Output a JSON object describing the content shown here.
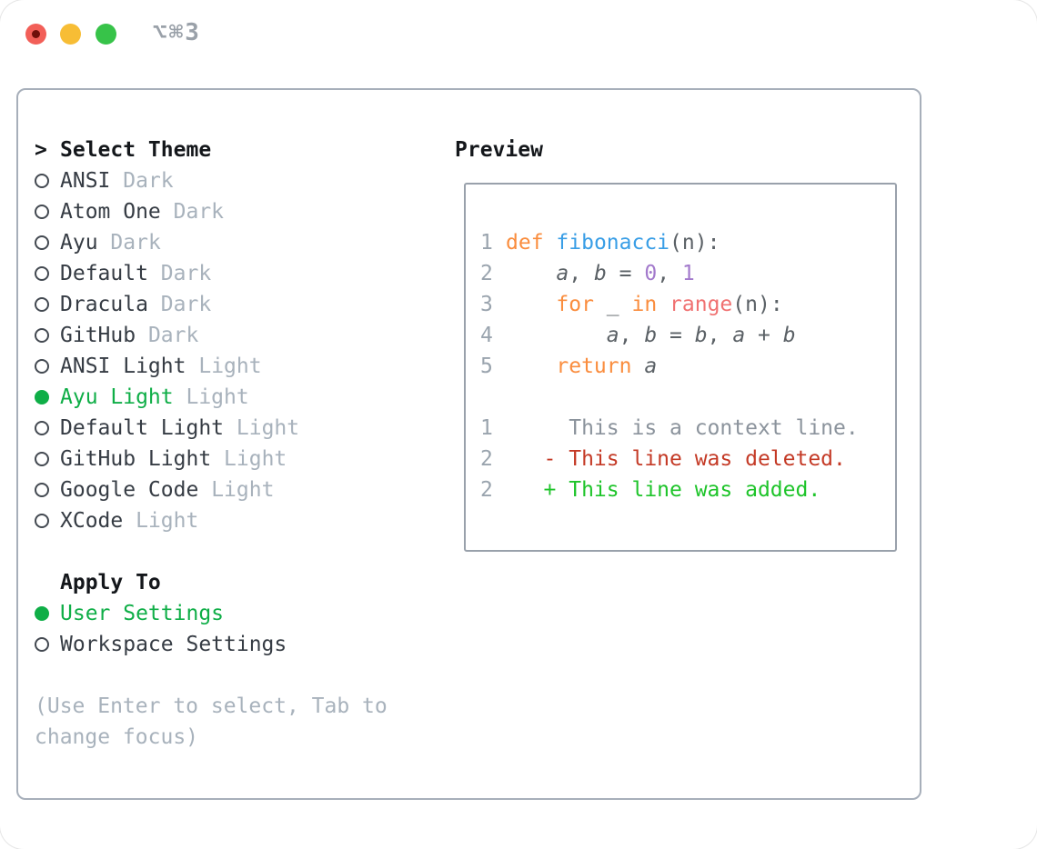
{
  "window": {
    "shortcut_label": "⌥⌘3"
  },
  "theme_picker": {
    "prompt": ">",
    "title": "Select Theme",
    "items": [
      {
        "name": "ANSI",
        "variant": "Dark",
        "selected": false
      },
      {
        "name": "Atom One",
        "variant": "Dark",
        "selected": false
      },
      {
        "name": "Ayu",
        "variant": "Dark",
        "selected": false
      },
      {
        "name": "Default",
        "variant": "Dark",
        "selected": false
      },
      {
        "name": "Dracula",
        "variant": "Dark",
        "selected": false
      },
      {
        "name": "GitHub",
        "variant": "Dark",
        "selected": false
      },
      {
        "name": "ANSI Light",
        "variant": "Light",
        "selected": false
      },
      {
        "name": "Ayu Light",
        "variant": "Light",
        "selected": true
      },
      {
        "name": "Default Light",
        "variant": "Light",
        "selected": false
      },
      {
        "name": "GitHub Light",
        "variant": "Light",
        "selected": false
      },
      {
        "name": "Google Code",
        "variant": "Light",
        "selected": false
      },
      {
        "name": "XCode",
        "variant": "Light",
        "selected": false
      }
    ]
  },
  "apply_to": {
    "title": "Apply To",
    "options": [
      {
        "label": "User Settings",
        "selected": true
      },
      {
        "label": "Workspace Settings",
        "selected": false
      }
    ]
  },
  "hint": "(Use Enter to select, Tab to change focus)",
  "preview": {
    "title": "Preview",
    "lines": [
      {
        "n": "1",
        "tokens": [
          {
            "c": "kw",
            "t": "def"
          },
          {
            "c": "pl",
            "t": " "
          },
          {
            "c": "fn",
            "t": "fibonacci"
          },
          {
            "c": "pl",
            "t": "(n):"
          }
        ]
      },
      {
        "n": "2",
        "tokens": [
          {
            "c": "pl",
            "t": "    "
          },
          {
            "c": "it",
            "t": "a"
          },
          {
            "c": "pl",
            "t": ", "
          },
          {
            "c": "it",
            "t": "b"
          },
          {
            "c": "pl",
            "t": " = "
          },
          {
            "c": "nu",
            "t": "0"
          },
          {
            "c": "pl",
            "t": ", "
          },
          {
            "c": "nu",
            "t": "1"
          }
        ]
      },
      {
        "n": "3",
        "tokens": [
          {
            "c": "pl",
            "t": "    "
          },
          {
            "c": "kw",
            "t": "for"
          },
          {
            "c": "pl",
            "t": " _ "
          },
          {
            "c": "kw",
            "t": "in"
          },
          {
            "c": "pl",
            "t": " "
          },
          {
            "c": "ca",
            "t": "range"
          },
          {
            "c": "pl",
            "t": "(n):"
          }
        ]
      },
      {
        "n": "4",
        "tokens": [
          {
            "c": "pl",
            "t": "        "
          },
          {
            "c": "it",
            "t": "a"
          },
          {
            "c": "pl",
            "t": ", "
          },
          {
            "c": "it",
            "t": "b"
          },
          {
            "c": "pl",
            "t": " = "
          },
          {
            "c": "it",
            "t": "b"
          },
          {
            "c": "pl",
            "t": ", "
          },
          {
            "c": "it",
            "t": "a"
          },
          {
            "c": "pl",
            "t": " + "
          },
          {
            "c": "it",
            "t": "b"
          }
        ]
      },
      {
        "n": "5",
        "tokens": [
          {
            "c": "pl",
            "t": "    "
          },
          {
            "c": "kw",
            "t": "return"
          },
          {
            "c": "pl",
            "t": " "
          },
          {
            "c": "it",
            "t": "a"
          }
        ]
      },
      {
        "n": "",
        "tokens": []
      },
      {
        "n": "1",
        "tokens": [
          {
            "c": "ctx",
            "t": "     This is a context line."
          }
        ]
      },
      {
        "n": "2",
        "tokens": [
          {
            "c": "del",
            "t": "   - This line was deleted."
          }
        ]
      },
      {
        "n": "2",
        "tokens": [
          {
            "c": "add",
            "t": "   + This line was added."
          }
        ]
      }
    ]
  },
  "colors": {
    "accent": "#0fae47",
    "add": "#1ec42a",
    "del": "#c43a26",
    "kw": "#fa8d3e",
    "fn": "#399ee6",
    "num": "#a37acc",
    "call": "#f07171",
    "code": "#5b6166",
    "lno": "#9aa4ae",
    "ctx": "#8b939c",
    "muted": "#a8b2bc",
    "heading": "#14171b",
    "item": "#363c44",
    "panel_border": "#a7afba",
    "box_border": "#99a1ab",
    "tl_red": "#f25f58",
    "tl_red_dot": "#700f0a",
    "tl_yellow": "#f7bd35",
    "tl_green": "#37c349",
    "shortcut": "#9aa1a9"
  }
}
